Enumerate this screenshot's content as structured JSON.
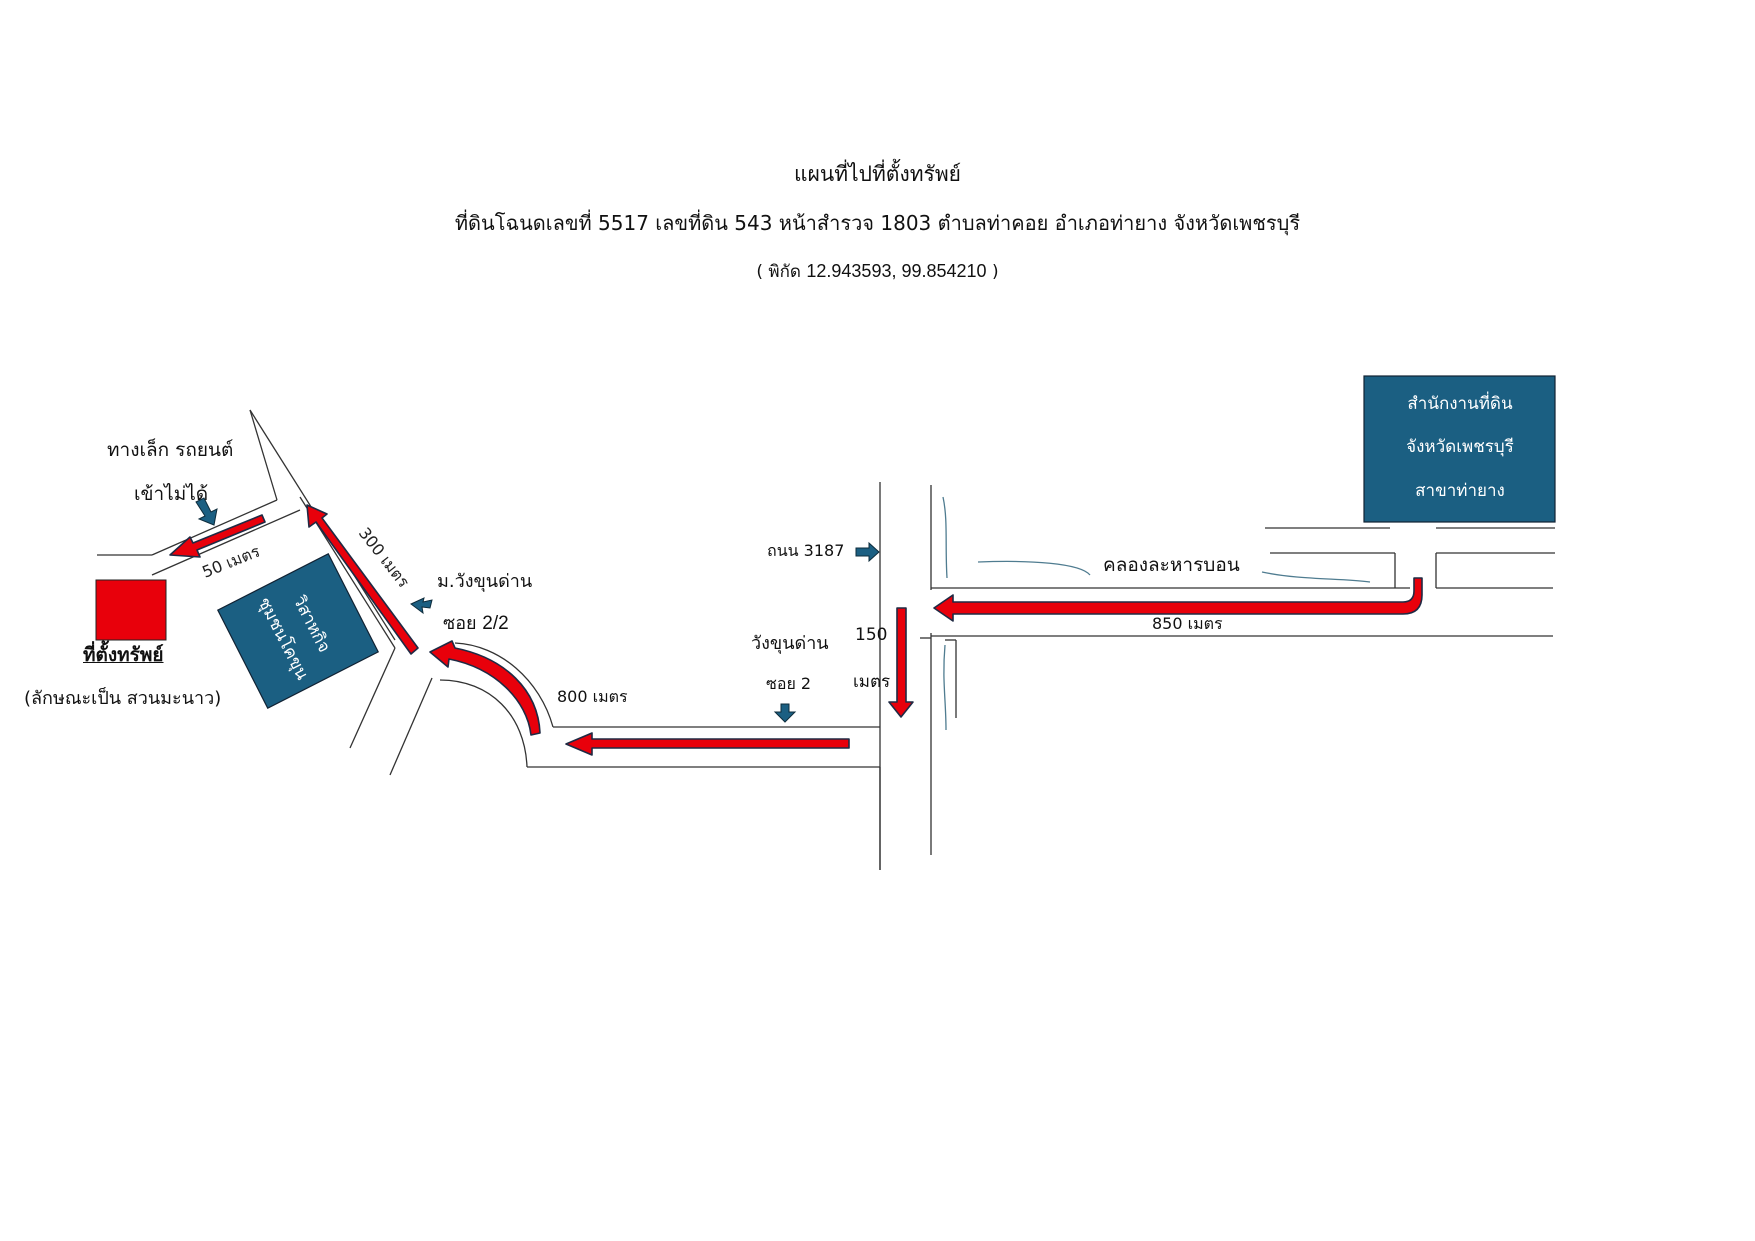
{
  "title": {
    "line1": "แผนที่ไปที่ตั้งทรัพย์",
    "line2": "ที่ดินโฉนดเลขที่ 5517 เลขที่ดิน 543 หน้าสำรวจ 1803 ตำบลท่าคอย อำเภอท่ายาง จังหวัดเพชรบุรี",
    "coords_prefix": "( พิกัด ",
    "coords_value": "12.943593, 99.854210",
    "coords_suffix": " )"
  },
  "office_box": {
    "line1": "สำนักงานที่ดิน",
    "line2": "จังหวัดเพชรบุรี",
    "line3": "สาขาท่ายาง"
  },
  "enterprise_box": {
    "line1": "วิสาหกิจ",
    "line2": "ชุมชนโคขุน"
  },
  "property": {
    "label": "ที่ตั้งทรัพย์",
    "note": "(ลักษณะเป็น สวนมะนาว)"
  },
  "labels": {
    "small_path_1": "ทางเล็ก รถยนต์",
    "small_path_2": "เข้าไม่ได้",
    "road_3187": "ถนน 3187",
    "canal": "คลองละหารบอน",
    "wangkhundan": "วังขุนด่าน",
    "soi2": "ซอย 2",
    "wangkhundan2": "ม.วังขุนด่าน",
    "soi22_prefix": "ซอย ",
    "soi22_value": "2/2"
  },
  "distances": {
    "d850": "850 เมตร",
    "d150_num": "150",
    "d150_unit": "เมตร",
    "d800": "800 เมตร",
    "d300": "300 เมตร",
    "d50": "50 เมตร"
  },
  "colors": {
    "arrow_fill": "#e8000b",
    "arrow_stroke": "#1f2a44",
    "box_fill": "#1b5f82",
    "property_fill": "#e8000b",
    "pointer_fill": "#1b5f82",
    "road_line": "#333333",
    "canal_line": "#4f7c90"
  }
}
